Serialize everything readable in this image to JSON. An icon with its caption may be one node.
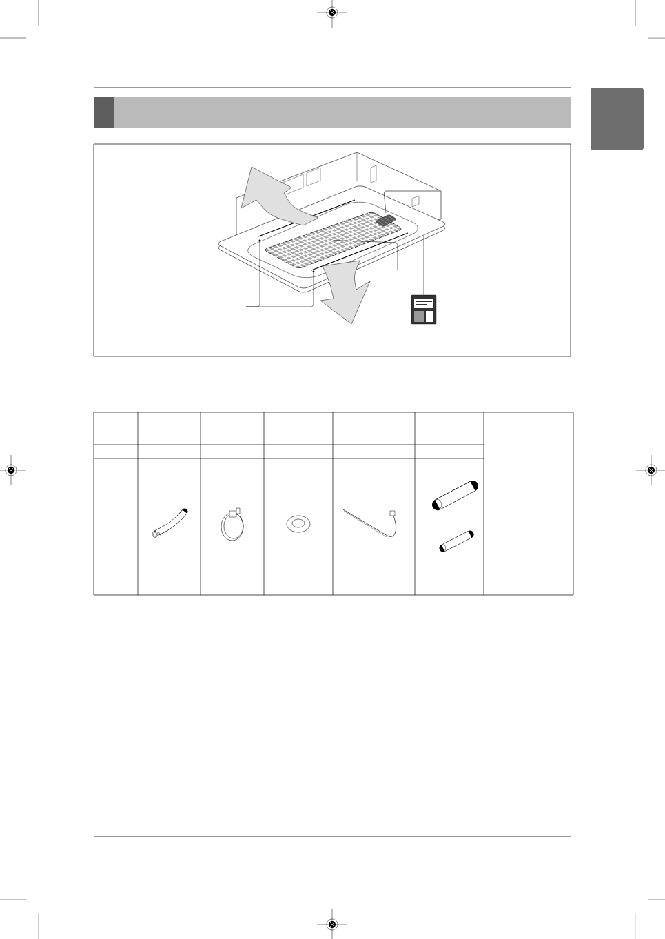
{
  "diagram": {
    "nodes": [
      {
        "text": [],
        "shape": "picture"
      },
      {
        "text": [],
        "shape": "picture",
        "in": 0
      },
      {
        "text": [],
        "shape": "picture",
        "in": 1
      },
      {
        "text": [],
        "shape": "circle",
        "in": 0
      },
      {
        "text": [],
        "shape": "circle",
        "in": 0
      },
      {
        "text": [],
        "shape": "picture"
      },
      {
        "text": [],
        "shape": "picture"
      },
      {
        "text": [],
        "shape": "picture"
      },
      {
        "text": [],
        "shape": "picture"
      },
      {
        "text": [],
        "shape": "picture"
      },
      {
        "text": [],
        "shape": "picture"
      },
      {
        "text": [],
        "shape": "picture"
      },
      {
        "text": [],
        "shape": "box"
      }
    ],
    "edges": [
      {
        "from": null,
        "to": 2,
        "arrow": "none"
      },
      {
        "from": null,
        "to": 1,
        "arrow": "none"
      },
      {
        "from": null,
        "to": 3,
        "arrow": "none"
      },
      {
        "from": null,
        "to": 4,
        "arrow": "none"
      },
      {
        "from": 0,
        "to": 5,
        "arrow": "none"
      }
    ]
  }
}
